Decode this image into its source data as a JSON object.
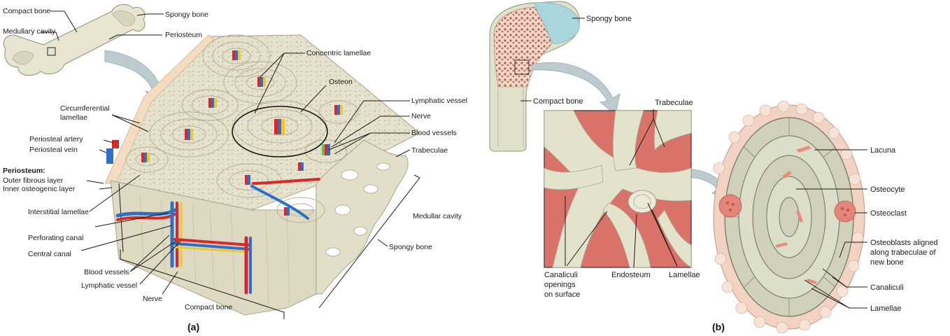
{
  "panel_a": {
    "letter": "(a)",
    "labels": {
      "compact_bone_top": "Compact bone",
      "spongy_bone_top": "Spongy bone",
      "medullary_cavity": "Medullary cavity",
      "periosteum_top": "Periosteum",
      "concentric_lamellae": "Concentric lamellae",
      "osteon": "Osteon",
      "circumferential_1": "Circumferential",
      "circumferential_2": "lamellae",
      "lymphatic_vessel_right": "Lymphatic vessel",
      "nerve_right": "Nerve",
      "blood_vessels_right": "Blood vessels",
      "trabeculae": "Trabeculae",
      "periosteal_artery": "Periosteal artery",
      "periosteal_vein": "Periosteal vein",
      "periosteum_heading": "Periosteum:",
      "outer_fibrous": "Outer fibrous layer",
      "inner_osteogenic": "Inner osteogenic layer",
      "medullar_cavity": "Medullar cavity",
      "interstitial_lamellae": "Interstitial lamellae",
      "perforating_canal": "Perforating canal",
      "central_canal": "Central canal",
      "spongy_bone_bottom": "Spongy bone",
      "blood_vessels_bottom": "Blood vessels",
      "lymphatic_vessel_bottom": "Lymphatic vessel",
      "nerve_bottom": "Nerve",
      "compact_bone_bottom": "Compact bone"
    }
  },
  "panel_b": {
    "letter": "(b)",
    "labels": {
      "spongy_bone": "Spongy bone",
      "compact_bone": "Compact bone",
      "trabeculae": "Trabeculae",
      "lacuna": "Lacuna",
      "osteocyte": "Osteocyte",
      "osteoclast": "Osteoclast",
      "osteoblasts_1": "Osteoblasts aligned",
      "osteoblasts_2": "along trabeculae of",
      "osteoblasts_3": "new bone",
      "canaliculi": "Canaliculi",
      "lamellae_right": "Lamellae",
      "canaliculi_open_1": "Canaliculi",
      "canaliculi_open_2": "openings",
      "canaliculi_open_3": "on surface",
      "endosteum": "Endosteum",
      "lamellae_mid": "Lamellae"
    }
  },
  "colors": {
    "bone": "#e8e4cf",
    "bone_dark": "#cfc9ae",
    "spongy_red": "#d9736a",
    "artery": "#d8282b",
    "vein": "#2f6fc8",
    "nerve": "#f2c62e",
    "lymph": "#6cc04a",
    "periosteum": "#f3dcc0",
    "arrow": "#b9c9cf",
    "osteoblast": "#f2d3c2",
    "osteoclast": "#e4857a"
  }
}
